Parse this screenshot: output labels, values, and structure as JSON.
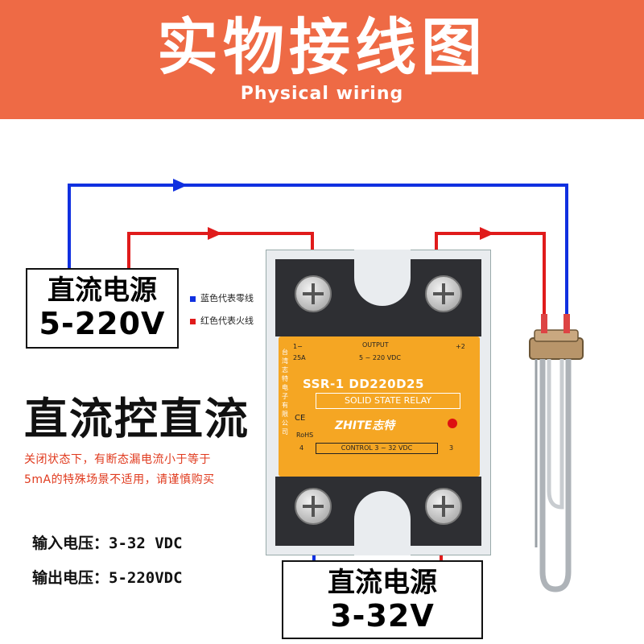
{
  "header": {
    "title": "实物接线图",
    "subtitle": "Physical wiring",
    "bg_color": "#ee6a45"
  },
  "dc_supply_top": {
    "line1": "直流电源",
    "line2": "5-220V"
  },
  "legend": {
    "blue_text": "蓝色代表零线",
    "red_text": "红色代表火线",
    "blue_color": "#1030e0",
    "red_color": "#e01b1b"
  },
  "type_title": "直流控直流",
  "note": {
    "line1": "关闭状态下，有断态漏电流小于等于",
    "line2": "5mA的特殊场景不适用，请谨慎购买"
  },
  "specs": {
    "input": "输入电压：3-32 VDC",
    "output": "输出电压：5-220VDC"
  },
  "dc_supply_bottom": {
    "line1": "直流电源",
    "line2": "3-32V"
  },
  "relay": {
    "output_label": "OUTPUT",
    "terminal_1": "1−",
    "terminal_2": "+2",
    "current": "25A",
    "output_voltage": "5 ~ 220 VDC",
    "model": "SSR-1  DD220D25",
    "type": "SOLID STATE RELAY",
    "brand": "ZHITE志特",
    "ce": "CE",
    "rohs": "RoHS",
    "terminal_4": "4",
    "terminal_3": "3",
    "control": "CONTROL 3 ~ 32 VDC",
    "vertical_text": "台湾志特电子有限公司"
  }
}
